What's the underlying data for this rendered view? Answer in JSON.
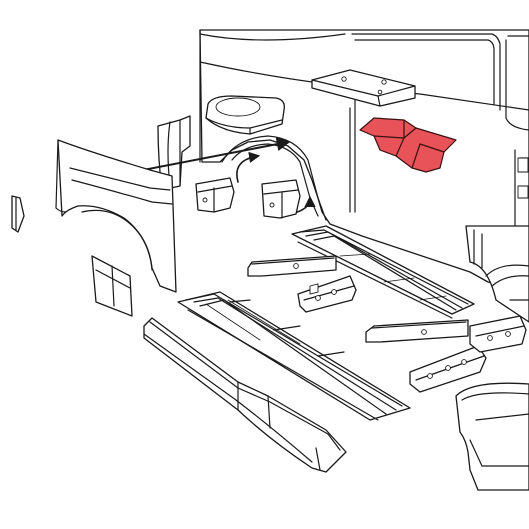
{
  "diagram": {
    "kind": "exploded-parts-view",
    "colors": {
      "line": "#1a1a1a",
      "background": "#ffffff",
      "highlight": "#e8535a"
    },
    "parts": [
      {
        "id": "body-side",
        "highlighted": false
      },
      {
        "id": "floor-panel-upper",
        "highlighted": true
      },
      {
        "id": "bracket-plate",
        "highlighted": false
      },
      {
        "id": "wheel-tub",
        "highlighted": false
      },
      {
        "id": "rear-wheel-arch-panel",
        "highlighted": false
      },
      {
        "id": "corner-gusset",
        "highlighted": false
      },
      {
        "id": "lower-corner-patch",
        "highlighted": false
      },
      {
        "id": "arch-closing-piece",
        "highlighted": false
      },
      {
        "id": "arch-bracket-left",
        "highlighted": false
      },
      {
        "id": "arch-bracket-right",
        "highlighted": false
      },
      {
        "id": "floor-ribbed-center",
        "highlighted": false
      },
      {
        "id": "floor-ribbed-rear",
        "highlighted": false
      },
      {
        "id": "sill-beam",
        "highlighted": false
      },
      {
        "id": "crossmember-1",
        "highlighted": false
      },
      {
        "id": "crossmember-2",
        "highlighted": false
      },
      {
        "id": "outrigger-1",
        "highlighted": false
      },
      {
        "id": "outrigger-2",
        "highlighted": false
      },
      {
        "id": "outrigger-3",
        "highlighted": false
      },
      {
        "id": "right-arch-section",
        "highlighted": false
      },
      {
        "id": "lower-right-panel",
        "highlighted": false
      }
    ],
    "arrows": [
      {
        "id": "arrow-long",
        "points_to": "wheel-tub"
      },
      {
        "id": "arrow-curved-1",
        "points_to": "wheel-tub"
      },
      {
        "id": "arrow-curved-2",
        "points_to": "wheel-tub"
      }
    ]
  }
}
